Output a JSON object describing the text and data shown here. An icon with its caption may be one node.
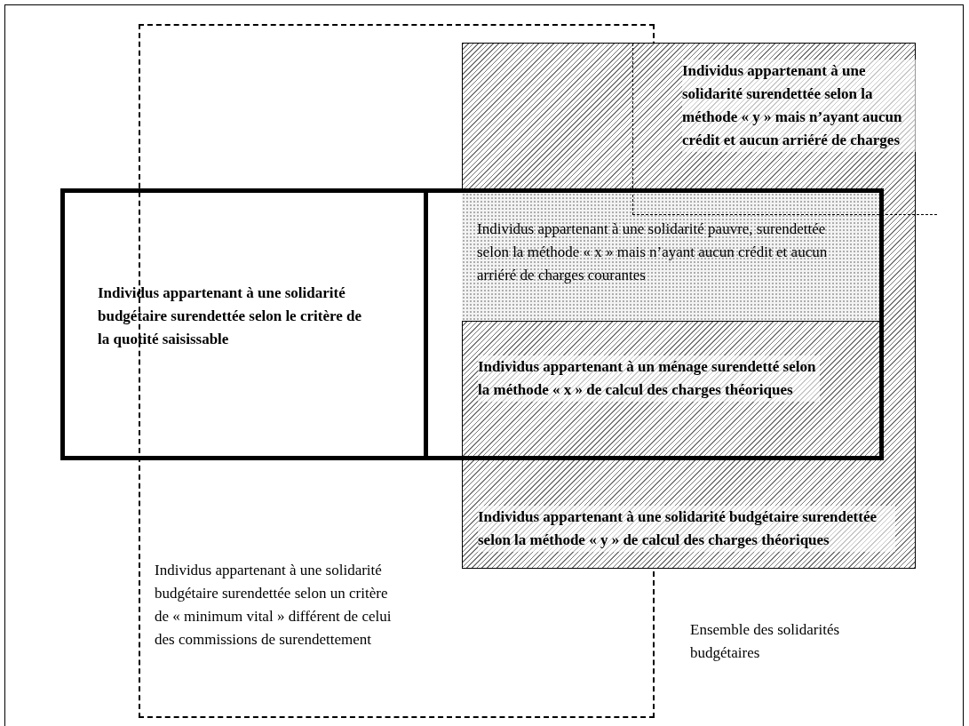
{
  "diagram": {
    "nodes": [
      {
        "text": [
          "Ensemble des solidarités budgétaires"
        ]
      },
      {
        "text": [
          "Individus appartenant à une solidarité budgétaire surendettée selon un critère de « minimum vital » différent de celui des commissions de surendettement"
        ],
        "in": 0
      },
      {
        "text": [
          "Individus appartenant à une solidarité budgétaire surendettée selon la méthode « y » de calcul des charges théoriques"
        ],
        "in": 0
      },
      {
        "text": [
          "Individus appartenant à une solidarité surendettée selon la méthode « y » mais n’ayant aucun crédit et aucun arriéré de charges"
        ],
        "in": 0
      },
      {
        "text": [
          "Individus appartenant à une solidarité budgétaire surendettée selon le critère de la quotité saisissable"
        ],
        "in": 0
      },
      {
        "text": [
          "Individus appartenant à un ménage surendetté selon la méthode « x » de calcul des charges théoriques"
        ],
        "in": 0
      },
      {
        "text": [
          "Individus appartenant à une solidarité pauvre, surendettée selon la méthode « x » mais n’ayant aucun crédit et aucun arriéré de charges courantes"
        ],
        "in": 5
      }
    ]
  }
}
